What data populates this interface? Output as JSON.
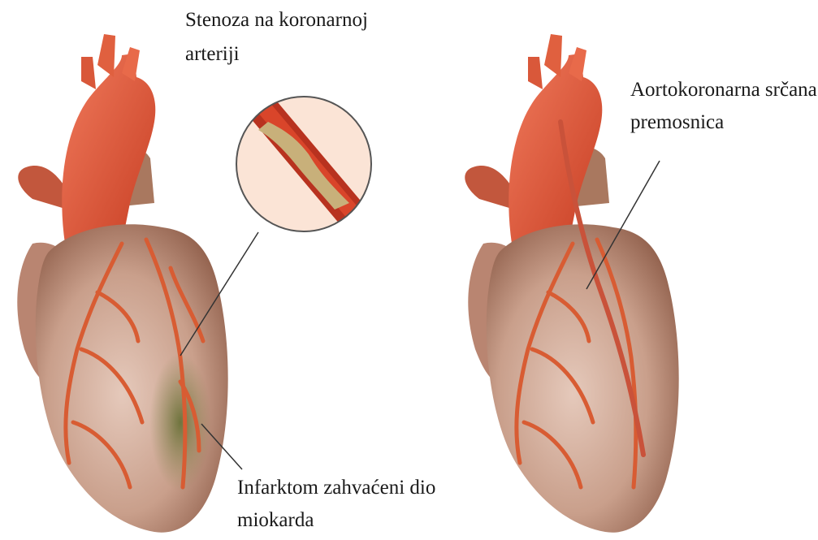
{
  "labels": {
    "stenosis_line1": "Stenoza na koronarnoj",
    "stenosis_line2": "arteriji",
    "infarct_line1": "Infarktom zahvaćeni dio",
    "infarct_line2": "miokarda",
    "bypass_line1": "Aortokoronarna srčana",
    "bypass_line2": "premosnica"
  },
  "colors": {
    "aorta": "#e8553a",
    "myocardium": "#c9a08c",
    "artery": "#d95a30",
    "infarct_zone": "#6f7a3c",
    "plaque": "#c8b07a",
    "inset_background": "#fbe4d6"
  }
}
